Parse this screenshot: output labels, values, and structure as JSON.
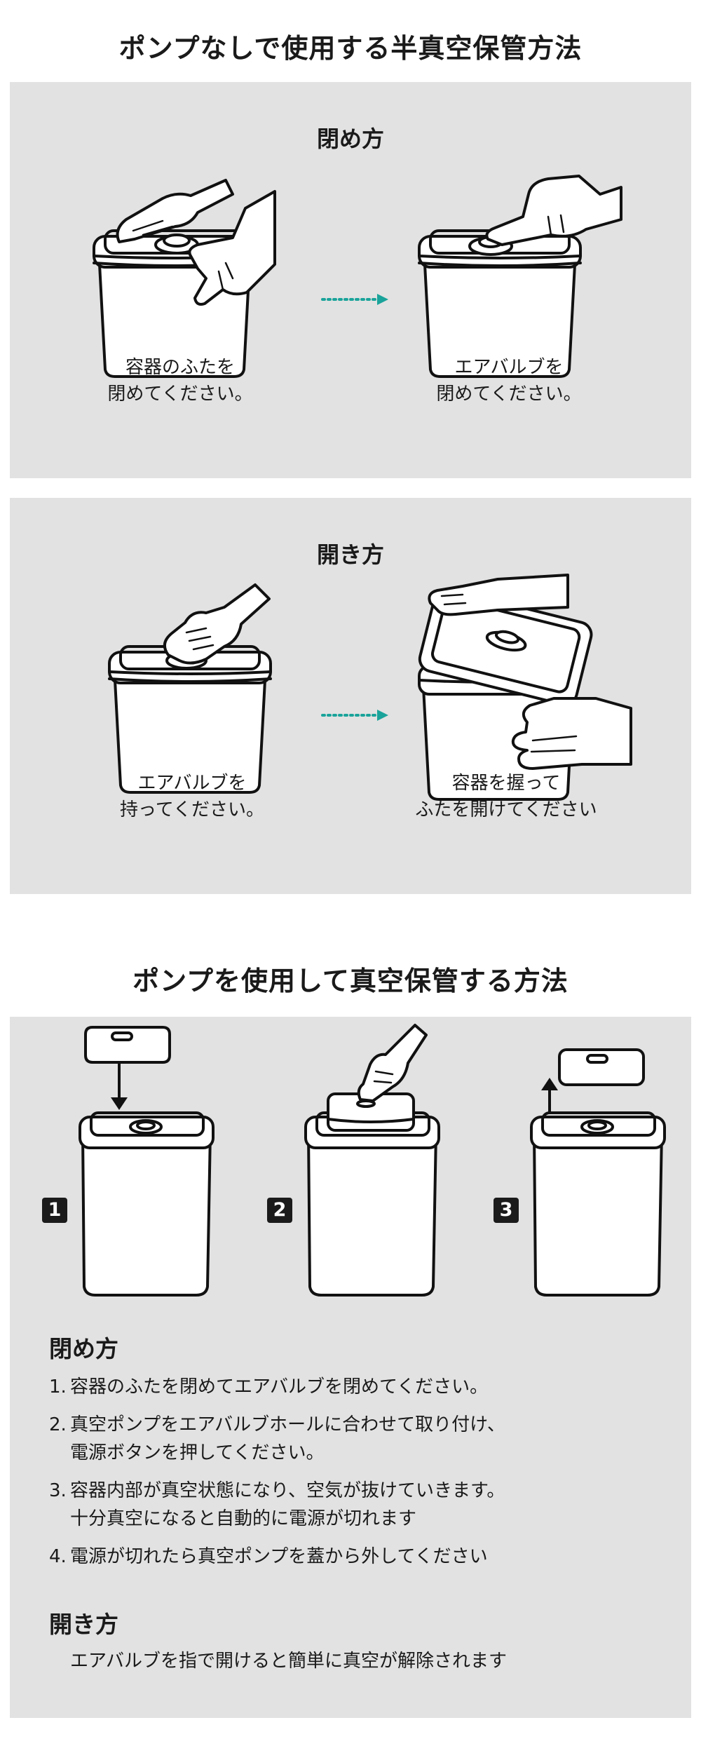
{
  "section1": {
    "title": "ポンプなしで使用する半真空保管方法",
    "close": {
      "title": "閉め方",
      "step1_caption": "容器のふたを\n閉めてください。",
      "step2_caption": "エアバルブを\n閉めてください。"
    },
    "open": {
      "title": "開き方",
      "step1_caption": "エアバルブを\n持ってください。",
      "step2_caption": "容器を握って\nふたを開けてください"
    }
  },
  "section2": {
    "title": "ポンプを使用して真空保管する方法",
    "badges": [
      "1",
      "2",
      "3"
    ],
    "close_title": "閉め方",
    "steps": [
      {
        "num": "1.",
        "text": "容器のふたを閉めてエアバルブを閉めてください。"
      },
      {
        "num": "2.",
        "text": "真空ポンプをエアバルブホールに合わせて取り付け、\n電源ボタンを押してください。"
      },
      {
        "num": "3.",
        "text": "容器内部が真空状態になり、空気が抜けていきます。\n十分真空になると自動的に電源が切れます"
      },
      {
        "num": "4.",
        "text": "電源が切れたら真空ポンプを蓋から外してください"
      }
    ],
    "open_title": "開き方",
    "open_text": "エアバルブを指で開けると簡単に真空が解除されます"
  },
  "colors": {
    "panel": "#e2e2e2",
    "arrow": "#1aa39a",
    "badge": "#1b1b1b"
  },
  "icons": [
    "hand-icon",
    "container-icon",
    "pump-icon",
    "dotted-arrow-icon",
    "up-arrow-icon",
    "down-arrow-icon"
  ]
}
